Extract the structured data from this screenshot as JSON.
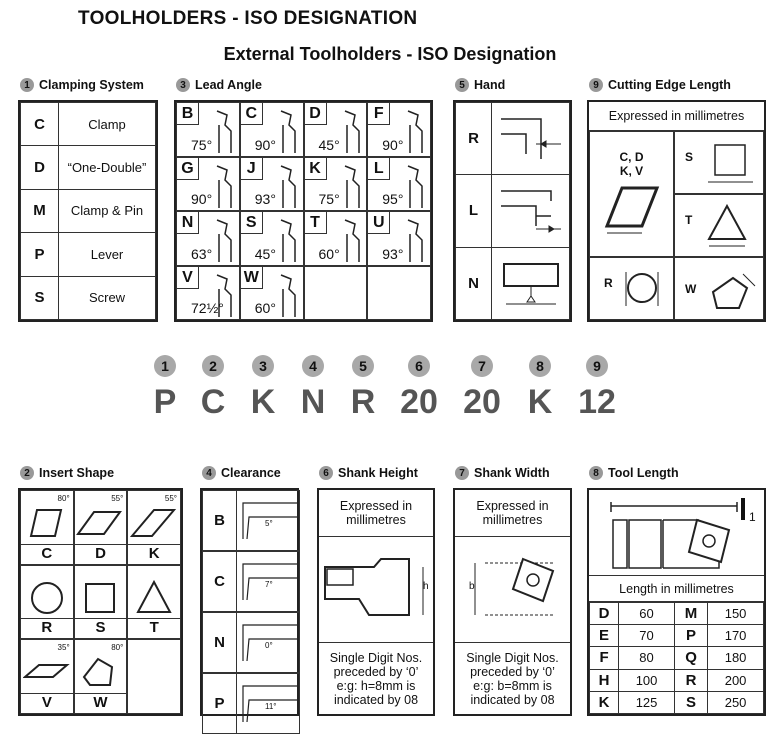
{
  "title": "TOOLHOLDERS - ISO DESIGNATION",
  "subtitle": "External Toolholders - ISO Designation",
  "clamping": {
    "num": "1",
    "label": "Clamping System",
    "rows": [
      [
        "C",
        "Clamp"
      ],
      [
        "D",
        "“One-Double”"
      ],
      [
        "M",
        "Clamp & Pin"
      ],
      [
        "P",
        "Lever"
      ],
      [
        "S",
        "Screw"
      ]
    ]
  },
  "lead": {
    "num": "3",
    "label": "Lead Angle",
    "cells": [
      [
        "B",
        "75°"
      ],
      [
        "C",
        "90°"
      ],
      [
        "D",
        "45°"
      ],
      [
        "F",
        "90°"
      ],
      [
        "G",
        "90°"
      ],
      [
        "J",
        "93°"
      ],
      [
        "K",
        "75°"
      ],
      [
        "L",
        "95°"
      ],
      [
        "N",
        "63°"
      ],
      [
        "S",
        "45°"
      ],
      [
        "T",
        "60°"
      ],
      [
        "U",
        "93°"
      ],
      [
        "V",
        "72½°"
      ],
      [
        "W",
        "60°"
      ]
    ]
  },
  "hand": {
    "num": "5",
    "label": "Hand",
    "rows": [
      "R",
      "L",
      "N"
    ]
  },
  "edge": {
    "num": "9",
    "label": "Cutting Edge Length",
    "note": "Expressed in millimetres",
    "cdkv": "C, D\nK, V",
    "s": "S",
    "t": "T",
    "r": "R",
    "w": "W"
  },
  "code": {
    "nums": [
      "1",
      "2",
      "3",
      "4",
      "5",
      "6",
      "7",
      "8",
      "9"
    ],
    "values": [
      "P",
      "C",
      "K",
      "N",
      "R",
      "20",
      "20",
      "K",
      "12"
    ]
  },
  "insert": {
    "num": "2",
    "label": "Insert Shape",
    "shapes": [
      "C",
      "D",
      "K",
      "R",
      "S",
      "T",
      "V",
      "W"
    ],
    "angles": [
      "80°",
      "55°",
      "55°",
      "35°",
      "80°"
    ]
  },
  "clearance": {
    "num": "4",
    "label": "Clearance",
    "rows": [
      [
        "B",
        "5°"
      ],
      [
        "C",
        "7°"
      ],
      [
        "N",
        "0°"
      ],
      [
        "P",
        "11°"
      ]
    ]
  },
  "shank_height": {
    "num": "6",
    "label": "Shank Height",
    "top": "Expressed in millimetres",
    "dim": "h",
    "bottom": "Single Digit Nos. preceded by ‘0’ e:g: h=8mm is indicated by 08"
  },
  "shank_width": {
    "num": "7",
    "label": "Shank Width",
    "top": "Expressed in millimetres",
    "dim": "b",
    "bottom": "Single Digit Nos. preceded by ‘0’ e:g: b=8mm is indicated by 08"
  },
  "tool_length": {
    "num": "8",
    "label": "Tool Length",
    "dim": "1",
    "note": "Length in millimetres",
    "rows": [
      [
        "D",
        "60",
        "M",
        "150"
      ],
      [
        "E",
        "70",
        "P",
        "170"
      ],
      [
        "F",
        "80",
        "Q",
        "180"
      ],
      [
        "H",
        "100",
        "R",
        "200"
      ],
      [
        "K",
        "125",
        "S",
        "250"
      ]
    ]
  }
}
